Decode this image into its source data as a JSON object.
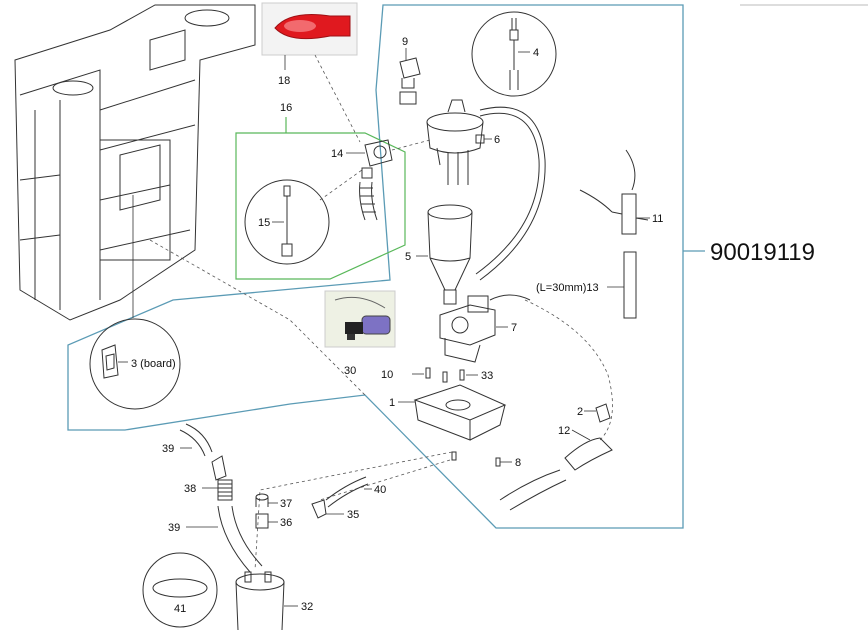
{
  "assembly_number": "90019119",
  "callouts": {
    "c1": "1",
    "c2": "2",
    "c3": "3 (board)",
    "c4": "4",
    "c5": "5",
    "c6": "6",
    "c7": "7",
    "c8": "8",
    "c9": "9",
    "c10": "10",
    "c11": "11",
    "c12": "12",
    "c13": "(L=30mm)13",
    "c14": "14",
    "c15": "15",
    "c16": "16",
    "c18": "18",
    "c30": "30",
    "c32": "32",
    "c33": "33",
    "c35": "35",
    "c36": "36",
    "c37": "37",
    "c38": "38",
    "c39a": "39",
    "c39b": "39",
    "c40": "40",
    "c41": "41"
  },
  "colors": {
    "group_outline": "#5b9bb5",
    "subgroup_outline": "#59b85a",
    "cap_red": "#e0191f",
    "line": "#333333"
  }
}
